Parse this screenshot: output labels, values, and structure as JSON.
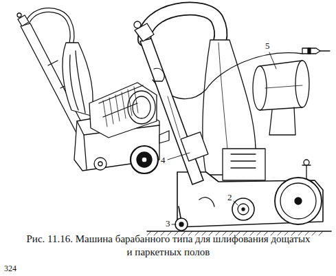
{
  "diagram": {
    "caption": "Рис. 11.16. Машина барабанного типа для шлифования дощатых и паркетных полов",
    "labels": [
      "5",
      "4",
      "3",
      "2",
      "324"
    ]
  }
}
